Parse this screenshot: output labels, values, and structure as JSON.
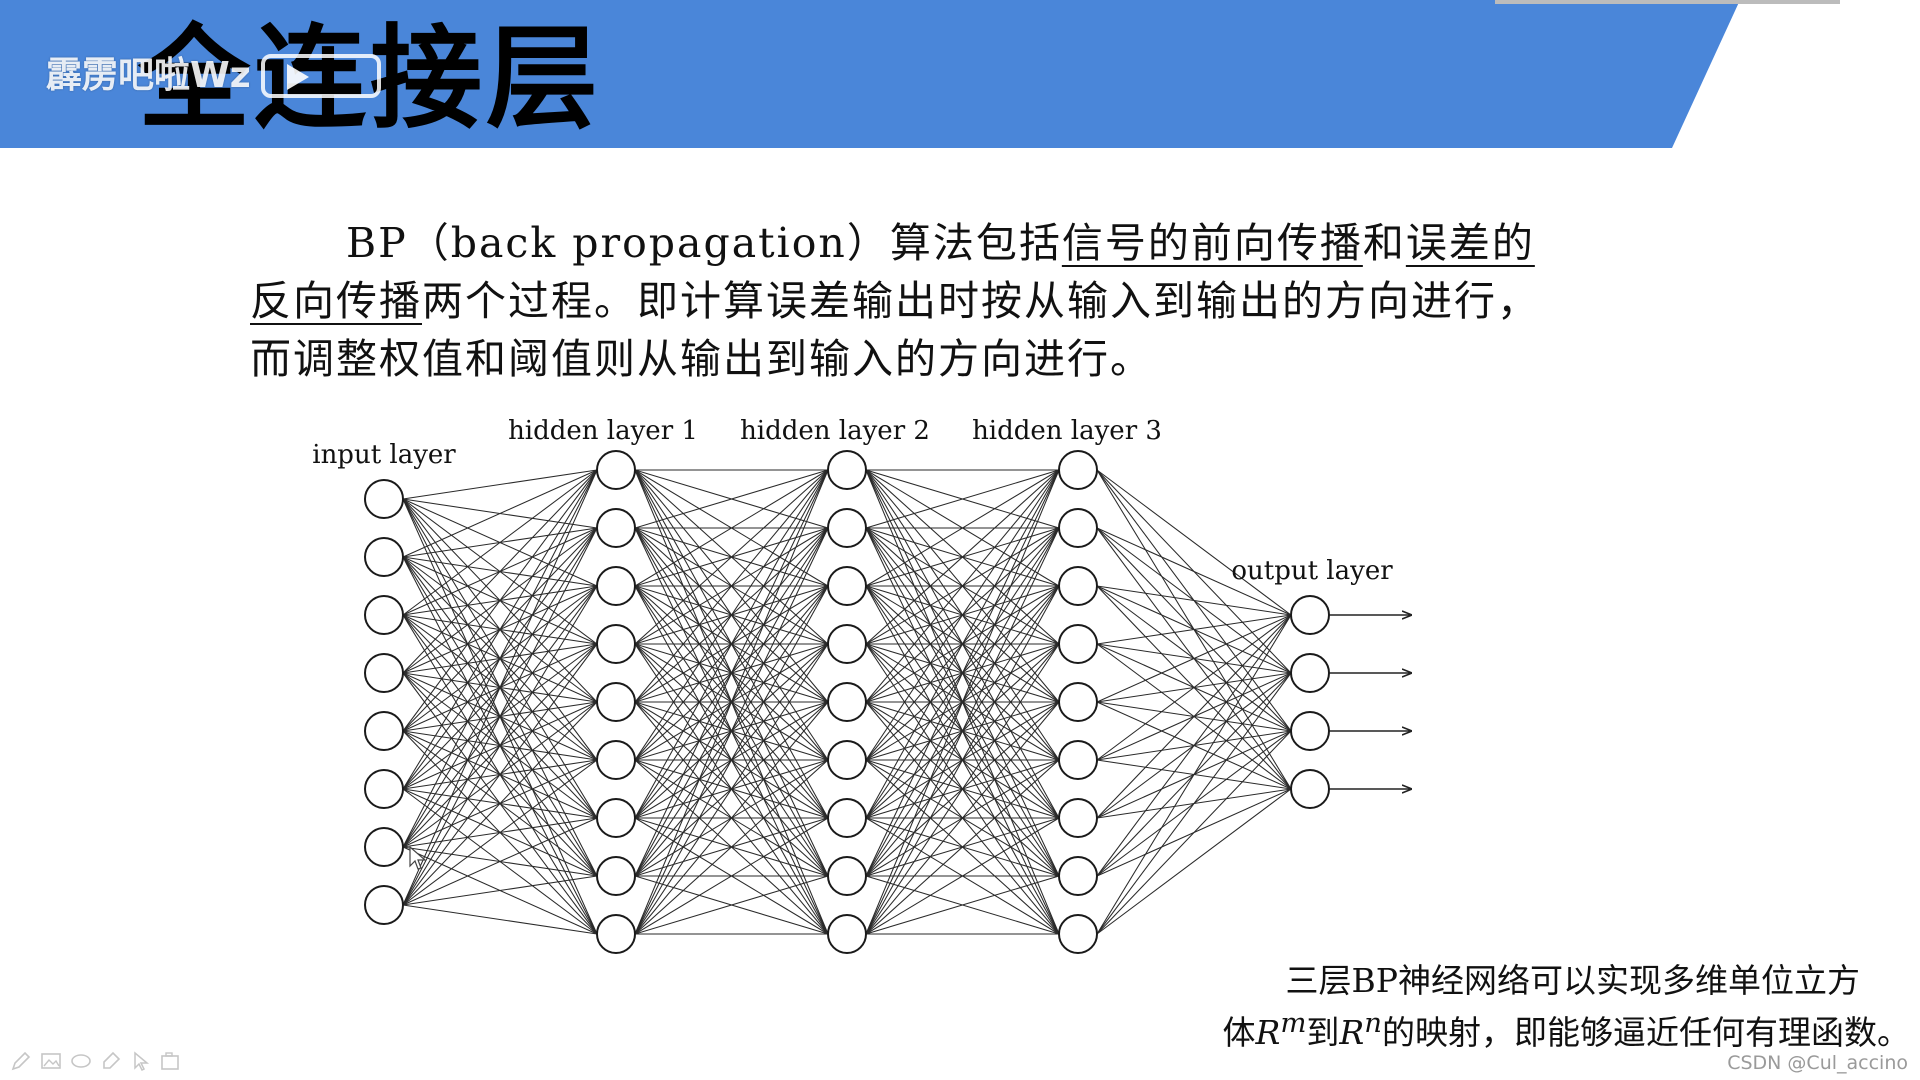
{
  "slide": {
    "title": "全连接层",
    "watermark": "霹雳吧啦Wz",
    "header_color": "#4a86d9",
    "paragraph": {
      "p1": "BP（back propagation）算法包括",
      "u1": "信号的前向传播",
      "p2": "和",
      "u2": "误差的反向传播",
      "p3": "两个过程。即计算误差输出时按从输入到输出的方向进行，而调整权值和阈值则从输出到输入的方向进行。"
    }
  },
  "diagram": {
    "layers": [
      {
        "label": "input layer",
        "neurons": 8
      },
      {
        "label": "hidden layer 1",
        "neurons": 9
      },
      {
        "label": "hidden layer 2",
        "neurons": 9
      },
      {
        "label": "hidden layer 3",
        "neurons": 9
      },
      {
        "label": "output layer",
        "neurons": 4
      }
    ]
  },
  "caption": {
    "line1": "三层BP神经网络可以实现多维单位立方",
    "line2_a": "体",
    "var_r1": "R",
    "sup_m": "m",
    "line2_b": "到",
    "var_r2": "R",
    "sup_n": "n",
    "line2_c": "的映射，即能够逼近任何有理函数。"
  },
  "toolbar": {
    "icons": [
      "pen-icon",
      "image-icon",
      "eraser-icon",
      "highlighter-icon",
      "pointer-icon",
      "camera-icon"
    ]
  },
  "credit": "CSDN @Cul_accino"
}
